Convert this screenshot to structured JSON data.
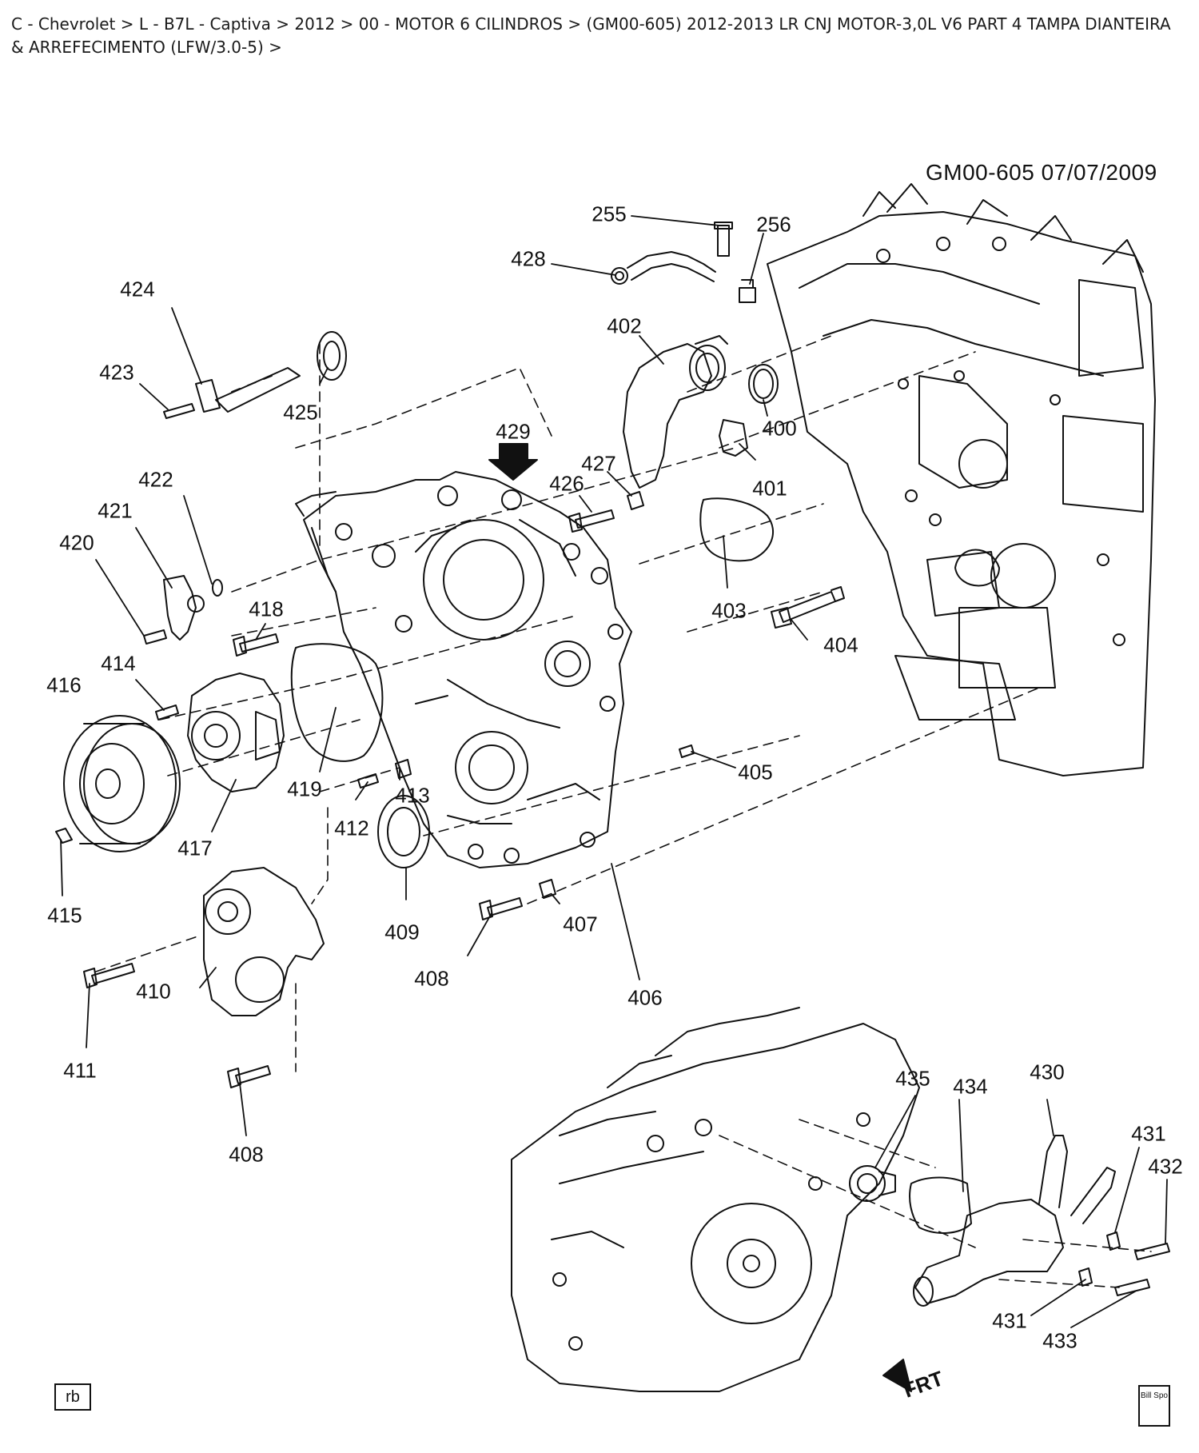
{
  "breadcrumb": "C - Chevrolet > L - B7L - Captiva > 2012 > 00 - MOTOR 6 CILINDROS > (GM00-605)   2012-2013   LR   CNJ MOTOR-3,0L V6 PART 4 TAMPA DIANTEIRA & ARREFECIMENTO (LFW/3.0-5) >",
  "diagram": {
    "header": "GM00-605  07/07/2009",
    "callouts": {
      "c255": "255",
      "c256": "256",
      "c428": "428",
      "c402": "402",
      "c424": "424",
      "c423": "423",
      "c425": "425",
      "c400": "400",
      "c429": "429",
      "c401": "401",
      "c427": "427",
      "c426": "426",
      "c422": "422",
      "c421": "421",
      "c420": "420",
      "c403": "403",
      "c418": "418",
      "c404": "404",
      "c414": "414",
      "c416": "416",
      "c405": "405",
      "c413": "413",
      "c419": "419",
      "c412": "412",
      "c417": "417",
      "c415": "415",
      "c409": "409",
      "c407": "407",
      "c410": "410",
      "c408a": "408",
      "c406": "406",
      "c411": "411",
      "c408b": "408",
      "c430": "430",
      "c435": "435",
      "c434": "434",
      "c431a": "431",
      "c432": "432",
      "c431b": "431",
      "c433": "433"
    },
    "rb_label": "rb",
    "frt_label": "FRT",
    "logo_label": "Bill Spo"
  }
}
